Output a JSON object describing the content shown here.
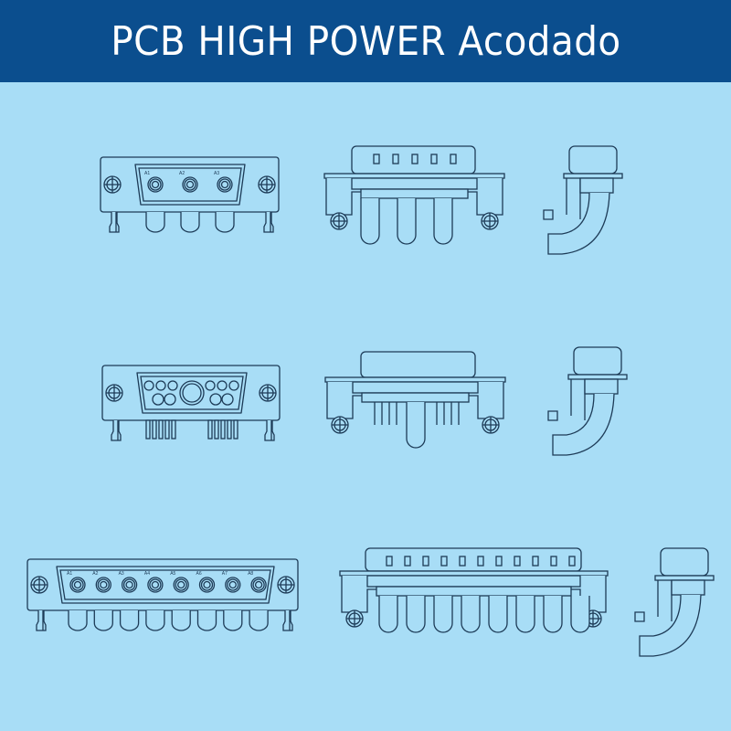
{
  "header": {
    "title": "PCB HIGH POWER Acodado",
    "background": "#0b4e8e"
  },
  "colors": {
    "background": "#a8ddf6",
    "line": "#1d3b57"
  },
  "drawings": [
    {
      "name": "3-contact",
      "contact_labels": [
        "A1",
        "A2",
        "A3"
      ]
    },
    {
      "name": "mixed-layout",
      "contact_labels": []
    },
    {
      "name": "8-contact",
      "contact_labels": [
        "A1",
        "A2",
        "A3",
        "A4",
        "A5",
        "A6",
        "A7",
        "A8"
      ]
    }
  ]
}
